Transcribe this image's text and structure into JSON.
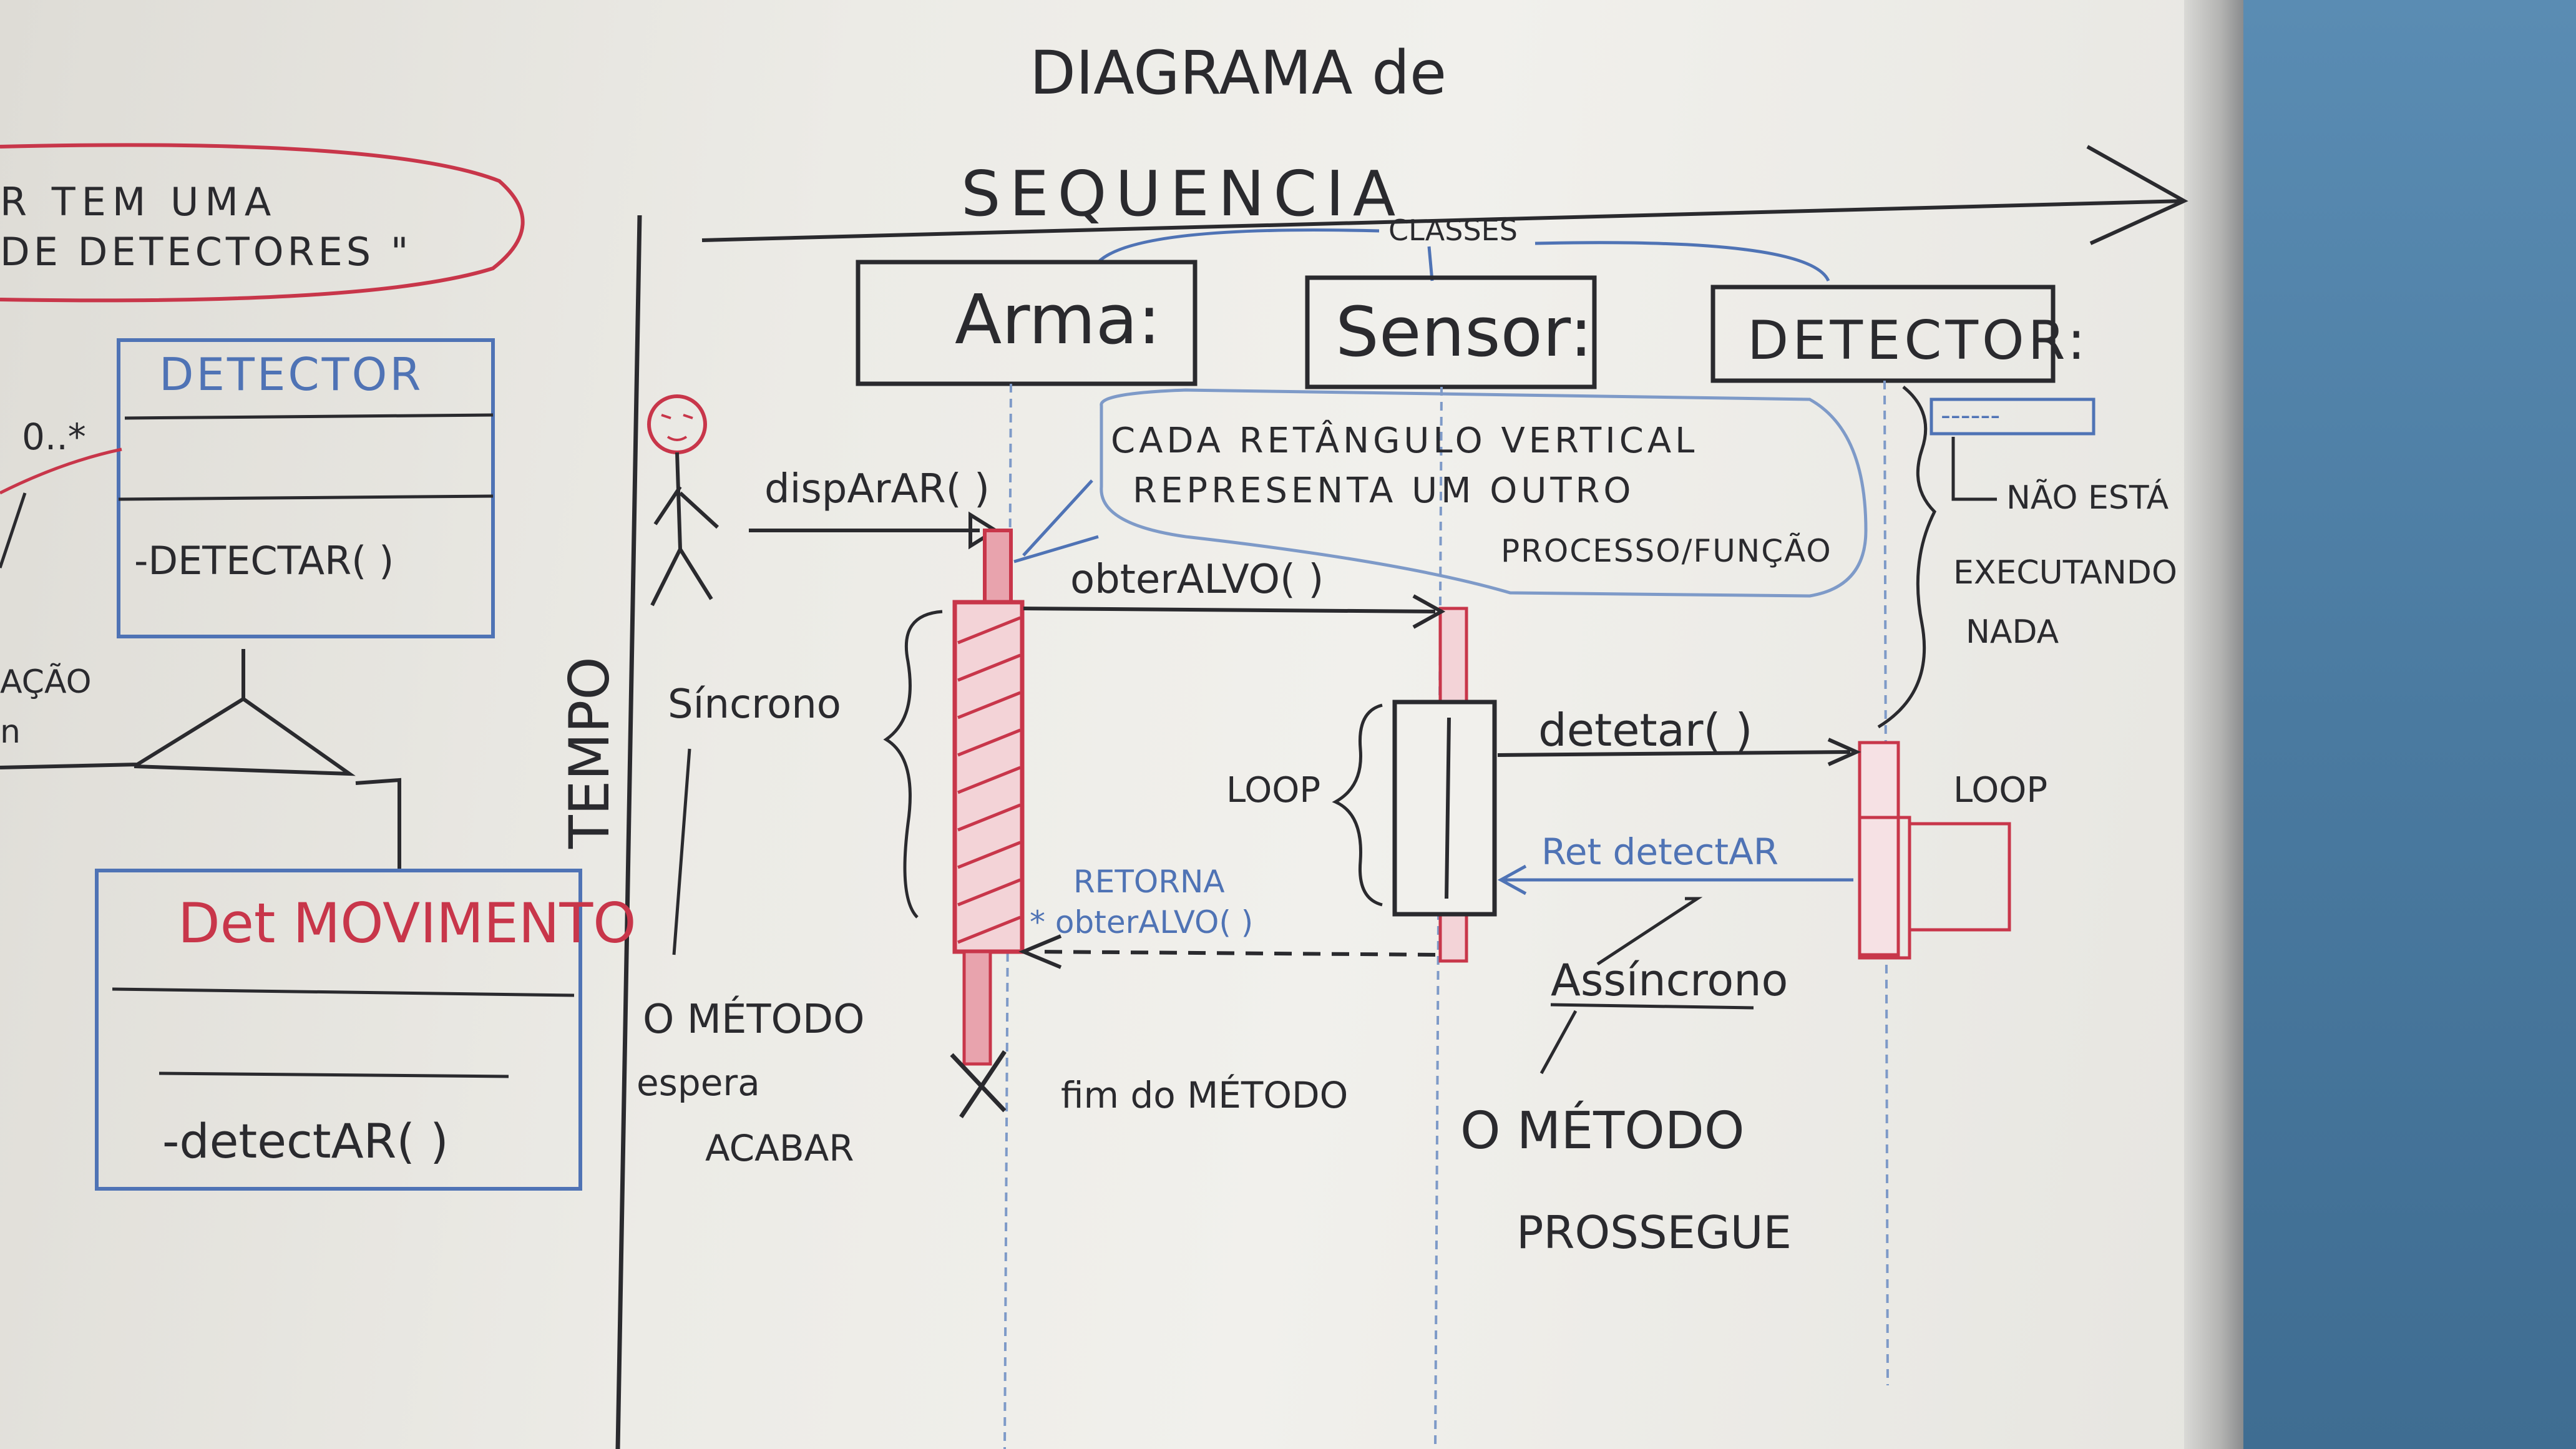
{
  "title_line1": "DIAGRAMA de",
  "title_line2": "SEQUENCIA",
  "classes_label": "CLASSES",
  "lifelines": {
    "arma": "Arma:",
    "sensor": "Sensor:",
    "detector": "DETECTOR:"
  },
  "axis_label": "TEMPO",
  "left_fragment": {
    "note_line1": "R  TEM  UMA",
    "note_line2": "DE  DETECTORES \"",
    "multiplicity": "0..*",
    "detector_class": "DETECTOR",
    "detector_method": "-DETECTAR( )",
    "agregacao": "AÇÃO",
    "n": "n",
    "detmov_class": "Det MOVIMENTO",
    "detmov_method": "-detectAR( )"
  },
  "messages": {
    "disparar": "dispArAR( )",
    "obter_alvo": "obterALVO( )",
    "detetar": "detetar( )",
    "retorna_line1": "RETORNA",
    "retorna_line2": "* obterALVO( )",
    "ret_detectar": "Ret detectAR"
  },
  "callout": {
    "line1": "CADA RETÂNGULO VERTICAL",
    "line2": "REPRESENTA  UM  OUTRO",
    "line3": "PROCESSO/FUNÇÃO"
  },
  "notes": {
    "sincrono": "Síncrono",
    "loop_left": "LOOP",
    "loop_right": "LOOP",
    "nao_esta": "NÃO ESTÁ",
    "executando": "EXECUTANDO",
    "nada": "NADA",
    "metodo_espera_1": "O MÉTODO",
    "metodo_espera_2": "espera",
    "metodo_espera_3": "ACABAR",
    "fim_metodo": "fim do MÉTODO",
    "assincrono": "Assíncrono",
    "metodo_prossegue_1": "O MÉTODO",
    "metodo_prossegue_2": "PROSSEGUE",
    "dashes": "------"
  },
  "colors": {
    "marker_black": "#2a2a2e",
    "marker_red": "#c8364a",
    "marker_blue": "#4f73b5",
    "board": "#ecebe6",
    "wall": "#4a7aa0"
  }
}
